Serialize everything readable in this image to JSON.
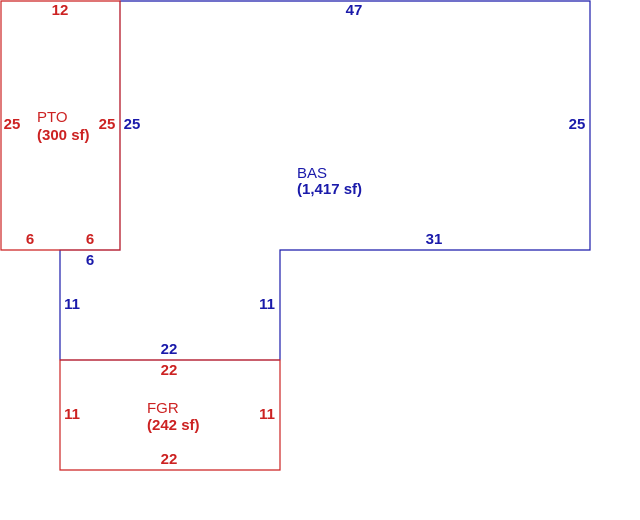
{
  "colors": {
    "bas": "#1a1aaa",
    "pto": "#cc2222",
    "fgr": "#cc2222",
    "background": "#ffffff"
  },
  "bas": {
    "name": "BAS",
    "area": "(1,417 sf)",
    "dims": {
      "top": "47",
      "right": "25",
      "left_upper": "25",
      "step_bottom": "31",
      "step_left": "6",
      "lower_left": "11",
      "lower_right": "11",
      "bottom": "22"
    }
  },
  "pto": {
    "name": "PTO",
    "area": "(300 sf)",
    "dims": {
      "top": "12",
      "left": "25",
      "right": "25",
      "bottom_left": "6",
      "bottom_right": "6"
    }
  },
  "fgr": {
    "name": "FGR",
    "area": "(242 sf)",
    "dims": {
      "top": "22",
      "left": "11",
      "right": "11",
      "bottom": "22"
    }
  }
}
